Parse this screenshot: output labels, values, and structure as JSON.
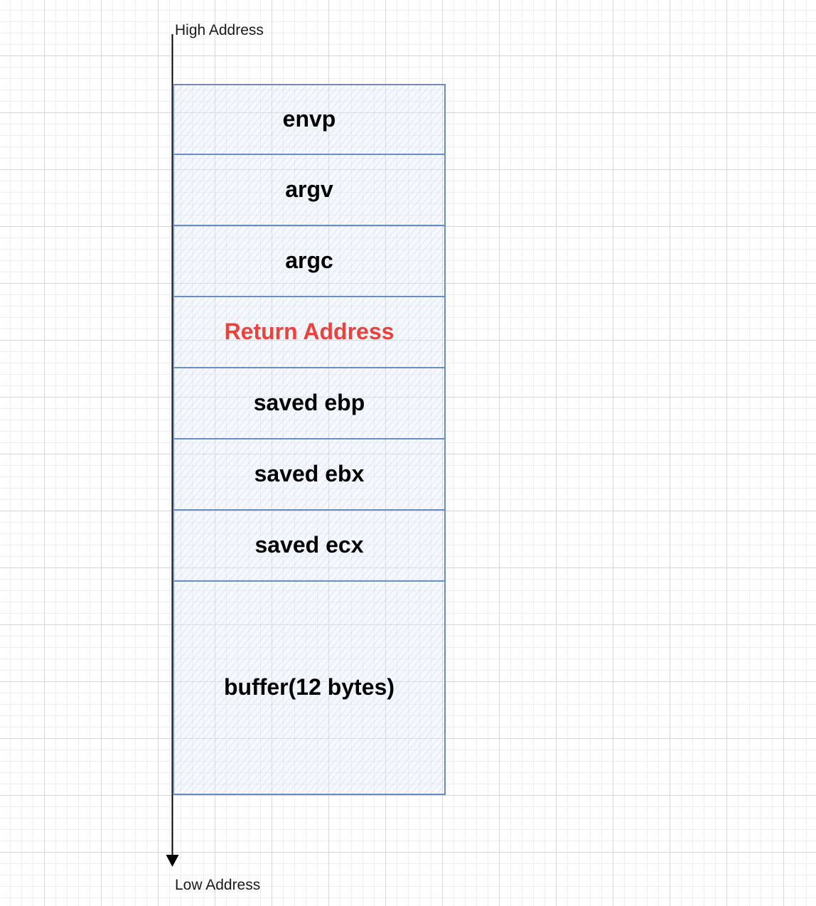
{
  "labels": {
    "high": "High Address",
    "low": "Low Address"
  },
  "stack": [
    {
      "label": "envp"
    },
    {
      "label": "argv"
    },
    {
      "label": "argc"
    },
    {
      "label": "Return Address"
    },
    {
      "label": "saved ebp"
    },
    {
      "label": "saved ebx"
    },
    {
      "label": "saved ecx"
    },
    {
      "label": "buffer(12 bytes)"
    }
  ],
  "colors": {
    "cell_border": "#6c8ebf",
    "highlight_text": "#e8433d",
    "arrow": "#000000"
  }
}
